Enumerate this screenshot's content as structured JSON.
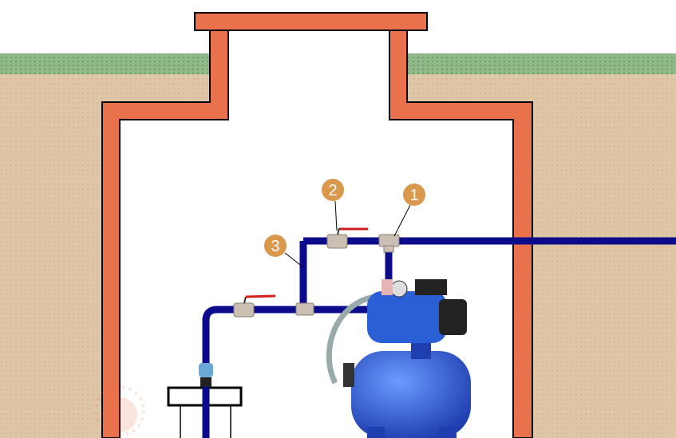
{
  "diagram": {
    "labels": [
      "1",
      "2",
      "3"
    ],
    "colors": {
      "soil": "#dfc6a6",
      "grass": "#8fb989",
      "wall": "#e9714b",
      "pipe": "#0b0b8c",
      "marker": "#d9984c",
      "pump": "#2a5fd6"
    }
  }
}
